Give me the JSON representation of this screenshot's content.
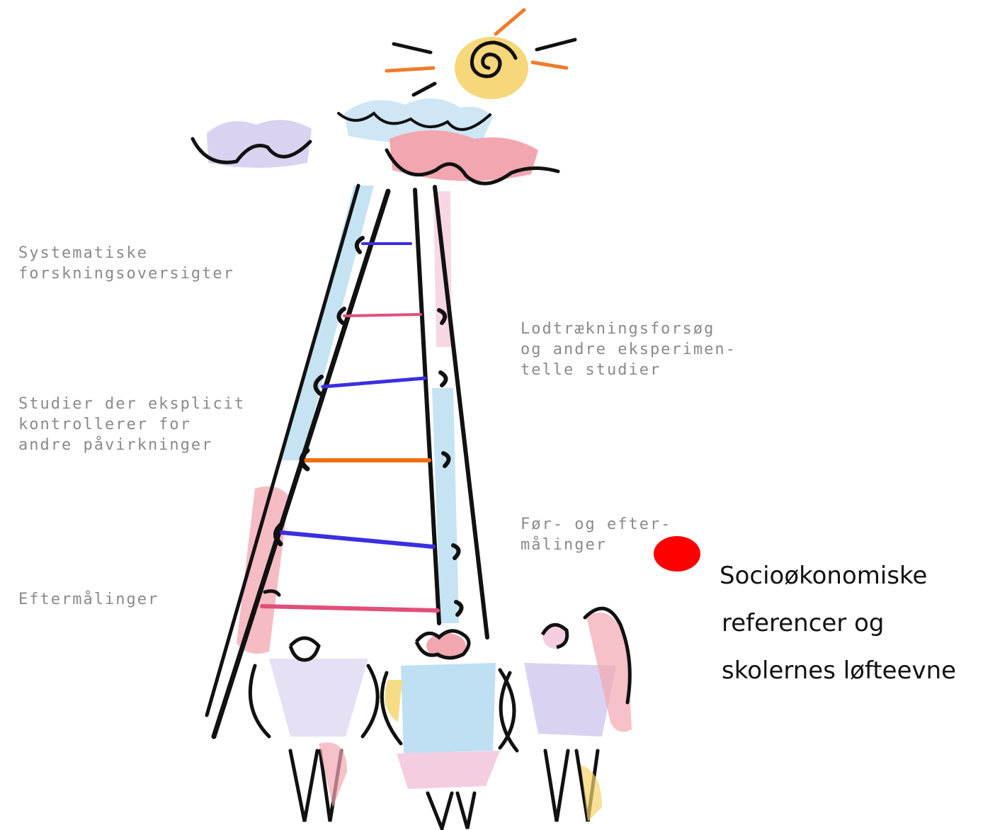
{
  "ladder_labels": {
    "systematic": [
      "Systematiske",
      "forskningsoversigter"
    ],
    "lottery": [
      "Lodtrækningsforsøg",
      "og andre eksperimen-",
      "telle studier"
    ],
    "explicit": [
      "Studier der eksplicit",
      "kontrollerer for",
      "andre påvirkninger"
    ],
    "prepost": [
      "Før- og efter-",
      "målinger"
    ],
    "post": [
      "Eftermålinger"
    ]
  },
  "annotation": {
    "lines": [
      "Socioøkonomiske",
      "referencer og",
      "skolernes løfteevne"
    ],
    "marker_color": "#ff0000"
  },
  "colors": {
    "rung_blue": "#3b2fe0",
    "rung_pink": "#e0507a",
    "rung_orange": "#f07010",
    "rail_blue": "#bfe0f2",
    "cloud_pink": "#f2a6b0",
    "cloud_lavender": "#d9d2f0",
    "sun_yellow": "#f5d36a",
    "sun_ray_orange": "#f07b2a"
  }
}
